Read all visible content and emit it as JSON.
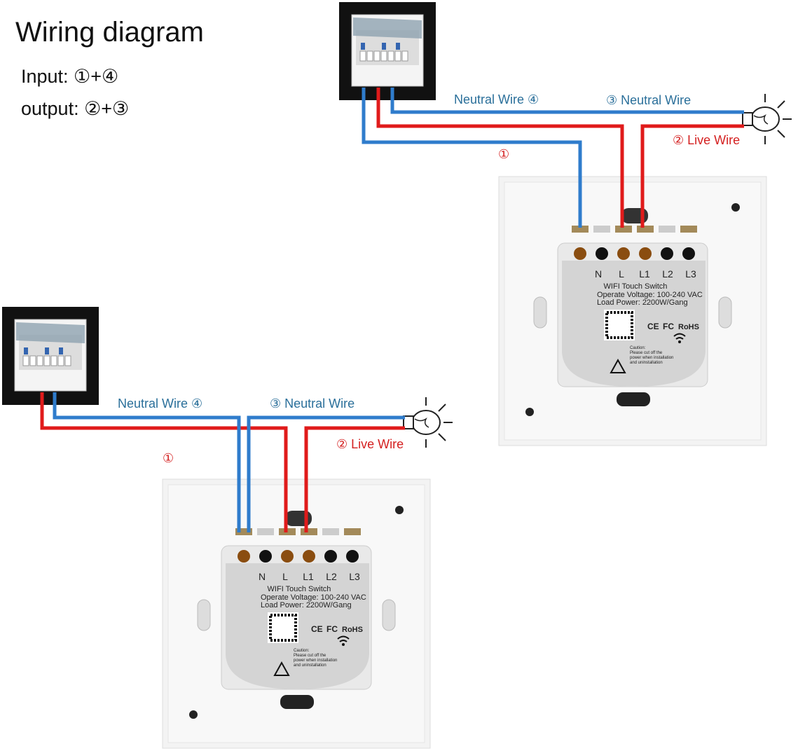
{
  "title": "Wiring diagram",
  "legend": {
    "input": "Input:   ①+④",
    "output": "output: ②+③"
  },
  "wire_labels": {
    "neutral_4": "Neutral Wire ④",
    "neutral_3": "③ Neutral Wire",
    "live_2": "② Live Wire",
    "one": "①"
  },
  "switch": {
    "terminals": [
      "N",
      "L",
      "L1",
      "L2",
      "L3"
    ],
    "product": "WIFI Touch Switch",
    "voltage": "Operate Voltage: 100-240 VAC",
    "power": "Load Power: 2200W/Gang",
    "certs": [
      "CE",
      "FC",
      "RoHS"
    ],
    "caution_title": "Caution:",
    "caution_1": "Please cut off the",
    "caution_2": "power when installation",
    "caution_3": "and uninstallation"
  },
  "colors": {
    "neutral": "#2f7ccc",
    "live": "#e01b1b",
    "label_neutral": "#2a6f9a",
    "label_live": "#d42020"
  }
}
